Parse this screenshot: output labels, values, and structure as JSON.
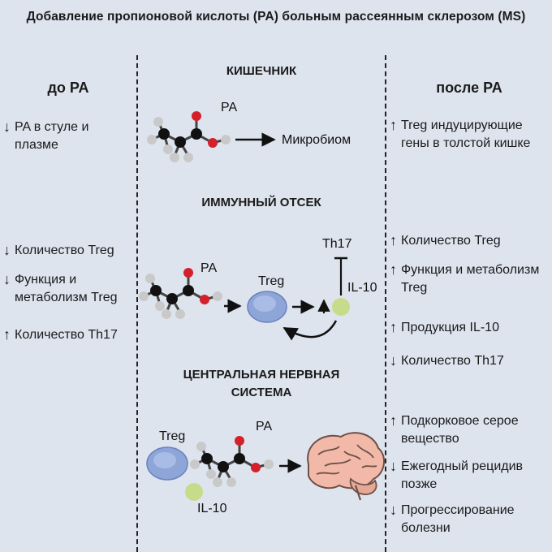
{
  "title": "Добавление пропионовой кислоты (PA) больным рассеянным склерозом (MS)",
  "left": {
    "heading": "до PA",
    "items": [
      {
        "arrow": "down",
        "text": "PA в стуле и плазме"
      },
      {
        "arrow": "down",
        "text": "Количество Treg"
      },
      {
        "arrow": "down",
        "text": "Функция и метаболизм Treg"
      },
      {
        "arrow": "up",
        "text": "Количество Th17"
      }
    ]
  },
  "right": {
    "heading": "после PA",
    "items": [
      {
        "arrow": "up",
        "text": "Treg индуцирующие гены в толстой кишке"
      },
      {
        "arrow": "up",
        "text": "Количество Treg"
      },
      {
        "arrow": "up",
        "text": "Функция и метаболизм Treg"
      },
      {
        "arrow": "up",
        "text": "Продукция IL-10"
      },
      {
        "arrow": "down",
        "text": "Количество Th17"
      },
      {
        "arrow": "up",
        "text": "Подкорковое серое вещество"
      },
      {
        "arrow": "down",
        "text": "Ежегодный рецидив позже"
      },
      {
        "arrow": "down",
        "text": "Прогрессирование болезни"
      }
    ]
  },
  "center": {
    "gut": {
      "heading": "КИШЕЧНИК",
      "pa_label": "PA",
      "microbiome": "Микробиом"
    },
    "immune": {
      "heading": "ИММУННЫЙ ОТСЕК",
      "pa_label": "PA",
      "treg": "Treg",
      "th17": "Th17",
      "il10": "IL-10"
    },
    "cns": {
      "heading_line1": "ЦЕНТРАЛЬНАЯ НЕРВНАЯ",
      "heading_line2": "СИСТЕМА",
      "treg": "Treg",
      "pa_label": "PA",
      "il10": "IL-10"
    }
  },
  "glyphs": {
    "up": "↑",
    "down": "↓"
  },
  "colors": {
    "background": "#dde4ee",
    "treg_cell": "#8ea5d8",
    "il10": "#c7dc8a",
    "brain": "#f2b9a8",
    "atom_oxygen": "#d4202a",
    "atom_carbon": "#111111",
    "atom_hydrogen": "#c9c9c9"
  }
}
